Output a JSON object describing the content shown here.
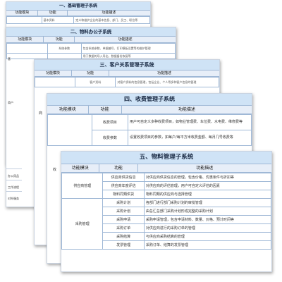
{
  "sheets": {
    "s1": {
      "title": "一、基础管理子系统",
      "col1": "功能模块",
      "col2": "功能",
      "col3": "功能描述",
      "row1": [
        "",
        "基本资料",
        "定义和维护企业的基本信息、部门、员工、职位等"
      ]
    },
    "s2": {
      "title": "二、物料办公子系统",
      "col1": "功能模块",
      "col2": "功能",
      "col3": "功能描述",
      "row1": [
        "",
        "系统参数",
        "包含系统参数、单据编号、打印模板设置等的维护管理"
      ],
      "row2": [
        "",
        "",
        "用于数据的导入导出、数据备份恢复等"
      ],
      "left_labels": [
        "基",
        "商户",
        "",
        "办公用品",
        "工作流程",
        "对外服务"
      ]
    },
    "s3": {
      "title": "三、客户关系管理子系统",
      "col1": "功能模块",
      "col2": "功能",
      "col3": "功能描述",
      "row1": [
        "",
        "客户资料",
        "对客户资料的信息管理，包括企业、个人等多种客户信息的管理"
      ],
      "left_labels": [
        "商"
      ]
    },
    "s4": {
      "title": "四、收费管理子系统",
      "col1": "功能模块",
      "col2": "功能",
      "col3": "功能描述",
      "rows": [
        [
          "收费项目",
          "用户可自定义多种收费项目，如物业管理费、车位费、水电费、维修费等"
        ],
        [
          "收费参数",
          "设置收费项目的参数，如每户/每平方米收费金额、每月几号收费等"
        ]
      ],
      "left_label": "收"
    },
    "s5": {
      "title": "五、物料管理子系统",
      "col1": "功能模块",
      "col2": "功能",
      "col3": "功能描述",
      "groups": [
        {
          "module": "供应商管理",
          "rows": [
            [
              "供应商供货信息",
              "对供应商供货信息的管理，包含价格、优惠条件与折扣等"
            ],
            [
              "供应商年度评估",
              "对供应商的评估管理，用户可自定义评估的因素"
            ],
            [
              "物料同類供货",
              "物料同類的供应商与选择管理"
            ]
          ]
        },
        {
          "module": "采购管理",
          "rows": [
            [
              "采购计划",
              "各部门进行部门采购计划的审批管理"
            ],
            [
              "采购计划",
              "由总汇总部门采购计划形成完整的采购计划"
            ],
            [
              "采购申请",
              "采购申请管理，包含申请材料、数量、价格、预计时间等"
            ],
            [
              "采购订单",
              "对供应商进行的采购订单的管理"
            ],
            [
              "采购结算",
              "与供应商采购结算的管理"
            ],
            [
              "发票管理",
              "采购订单、结算的发票管理"
            ]
          ]
        }
      ]
    }
  },
  "colors": {
    "title_bg": "#cfe3f6",
    "border": "#9fb8d6",
    "header_bg": "#e7eef8"
  }
}
